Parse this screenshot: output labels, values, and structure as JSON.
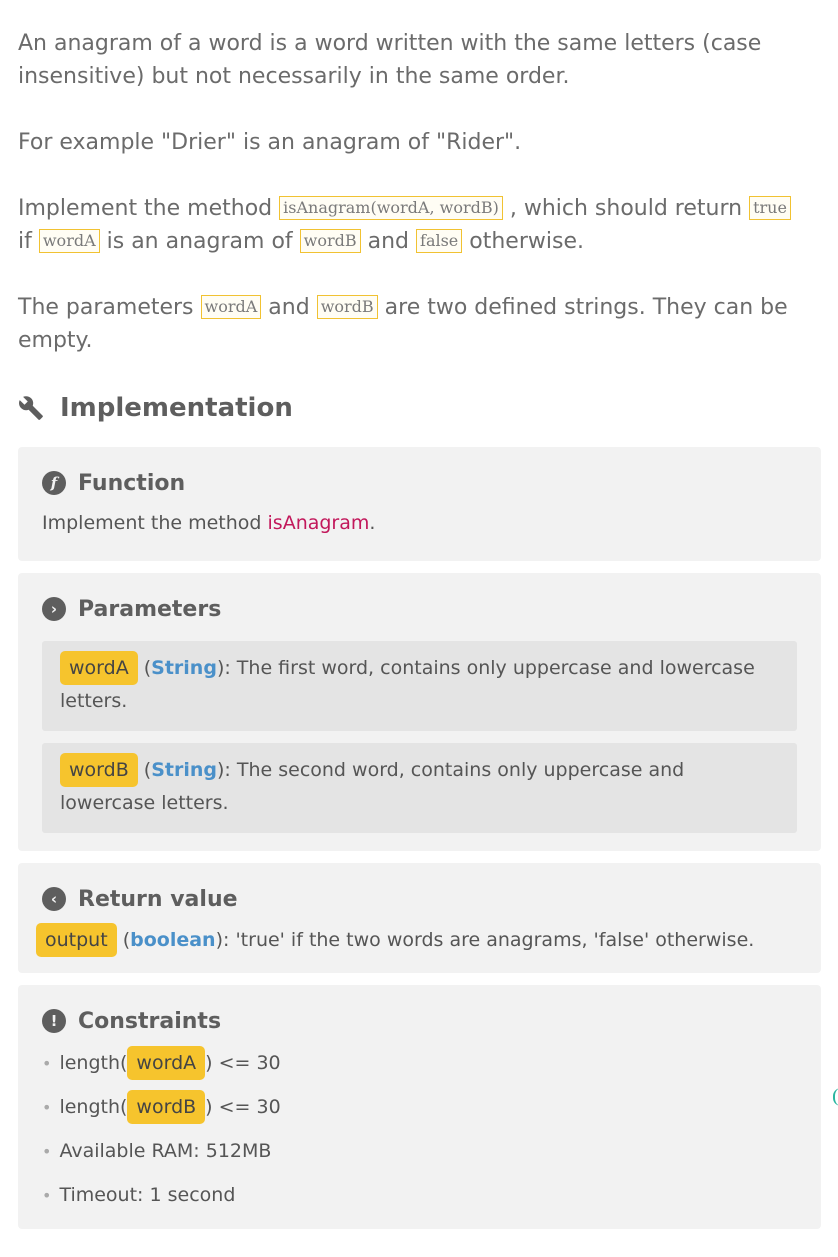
{
  "intro": {
    "p1": "An anagram of a word is a word written with the same letters (case insensitive) but not necessarily in the same order.",
    "p2": "For example \"Drier\" is an anagram of \"Rider\".",
    "p3_a": "Implement the method ",
    "p3_code1": "isAnagram(wordA, wordB)",
    "p3_b": " , which should return ",
    "p3_code2": "true",
    "p3_c": "if ",
    "p3_code3": "wordA",
    "p3_d": " is an anagram of ",
    "p3_code4": "wordB",
    "p3_e": " and ",
    "p3_code5": "false",
    "p3_f": " otherwise.",
    "p4_a": "The parameters ",
    "p4_code1": "wordA",
    "p4_b": " and ",
    "p4_code2": "wordB",
    "p4_c": " are two defined strings. They can be empty."
  },
  "implementation": {
    "title": "Implementation",
    "icon": "wrench-icon"
  },
  "function_panel": {
    "title": "Function",
    "icon_glyph": "f",
    "text_a": "Implement the method ",
    "fn_name": "isAnagram",
    "text_b": "."
  },
  "parameters_panel": {
    "title": "Parameters",
    "icon_glyph": "›",
    "items": [
      {
        "name": "wordA",
        "type": "String",
        "desc": ": The first word, contains only uppercase and lowercase letters."
      },
      {
        "name": "wordB",
        "type": "String",
        "desc": ": The second word, contains only uppercase and lowercase letters."
      }
    ]
  },
  "return_panel": {
    "title": "Return value",
    "icon_glyph": "‹",
    "name": "output",
    "type": "boolean",
    "desc": ": 'true' if the two words are anagrams, 'false' otherwise."
  },
  "constraints_panel": {
    "title": "Constraints",
    "icon_glyph": "!",
    "items": [
      {
        "pre": "length(",
        "chip": "wordA",
        "post": ") <= 30"
      },
      {
        "pre": "length(",
        "chip": "wordB",
        "post": ") <= 30"
      },
      {
        "text": "Available RAM: 512MB"
      },
      {
        "text": "Timeout: 1 second"
      }
    ]
  },
  "colors": {
    "accent_chip": "#f6c42d",
    "type_blue": "#4a90c9",
    "fn_pink": "#c2185b",
    "panel_bg": "#f2f2f2"
  }
}
